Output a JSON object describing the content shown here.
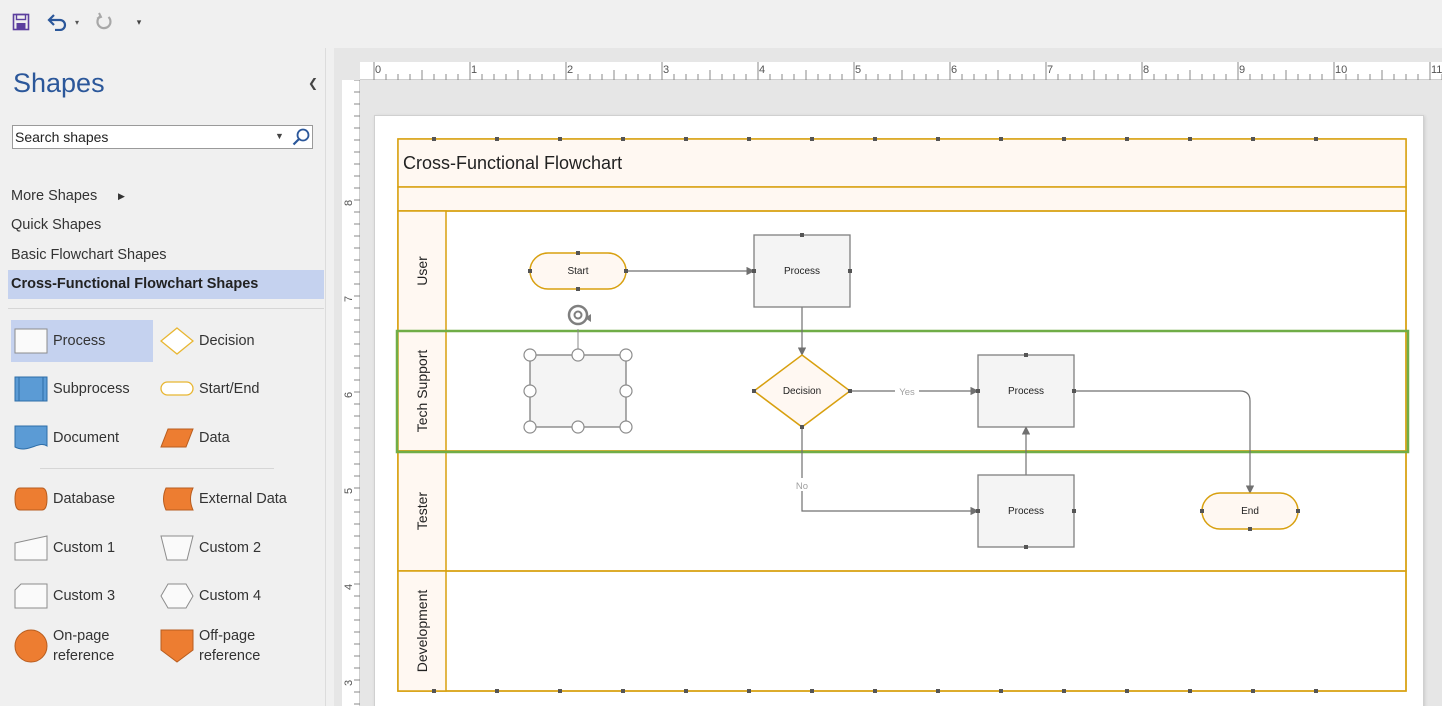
{
  "app": {
    "accent": "#2b579a",
    "quick_access": [
      {
        "name": "save-icon"
      },
      {
        "name": "undo-icon"
      },
      {
        "name": "redo-icon"
      },
      {
        "name": "customize-icon"
      }
    ]
  },
  "sidebar": {
    "title": "Shapes",
    "search": {
      "placeholder": "Search shapes",
      "value": "Search shapes"
    },
    "stencils": {
      "more": "More Shapes",
      "quick": "Quick Shapes",
      "basic": "Basic Flowchart Shapes",
      "active": "Cross-Functional Flowchart Shapes"
    },
    "masters": {
      "process": "Process",
      "decision": "Decision",
      "subprocess": "Subprocess",
      "start_end": "Start/End",
      "document": "Document",
      "data": "Data",
      "database": "Database",
      "external_data": "External Data",
      "custom1": "Custom 1",
      "custom2": "Custom 2",
      "custom3": "Custom 3",
      "custom4": "Custom 4",
      "onpage_1": "On-page",
      "onpage_2": "reference",
      "offpage_1": "Off-page",
      "offpage_2": "reference"
    },
    "colors": {
      "blue": "#5b9bd5",
      "orange": "#ed7d31",
      "selected": "#c5d2ef"
    }
  },
  "ruler": {
    "top": [
      "0",
      "1",
      "2",
      "3",
      "4",
      "5",
      "6",
      "7",
      "8",
      "9",
      "10",
      "11"
    ],
    "left": [
      "8",
      "7",
      "6",
      "5",
      "4",
      "3"
    ]
  },
  "diagram": {
    "title": "Cross-Functional Flowchart",
    "lanes": {
      "user": "User",
      "tech_support": "Tech Support",
      "tester": "Tester",
      "development": "Development"
    },
    "shapes": {
      "start": "Start",
      "process_user": "Process",
      "decision": "Decision",
      "process_tech": "Process",
      "process_tester": "Process",
      "end": "End"
    },
    "connectors": {
      "yes": "Yes",
      "no": "No"
    },
    "colors": {
      "lane_border": "#d8a00f",
      "selection": "#70ad47",
      "shape_fill": "#f4f4f4",
      "header_fill": "#fff8f2"
    }
  }
}
